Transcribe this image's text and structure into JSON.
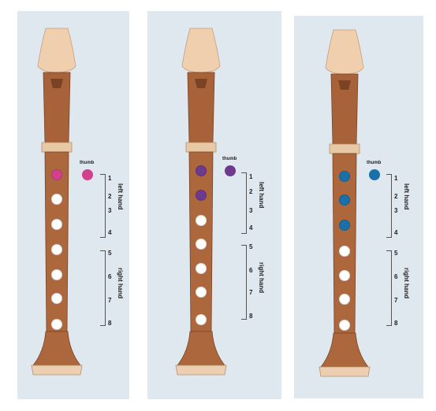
{
  "labels": {
    "thumb": "thumb",
    "left_hand": "left hand",
    "right_hand": "right hand",
    "holes": [
      "1",
      "2",
      "3",
      "4",
      "5",
      "6",
      "7",
      "8"
    ]
  },
  "panels": [
    {
      "color": "#d3418d",
      "covered": 1
    },
    {
      "color": "#6e3a8e",
      "covered": 2
    },
    {
      "color": "#1a70a8",
      "covered": 3
    }
  ]
}
